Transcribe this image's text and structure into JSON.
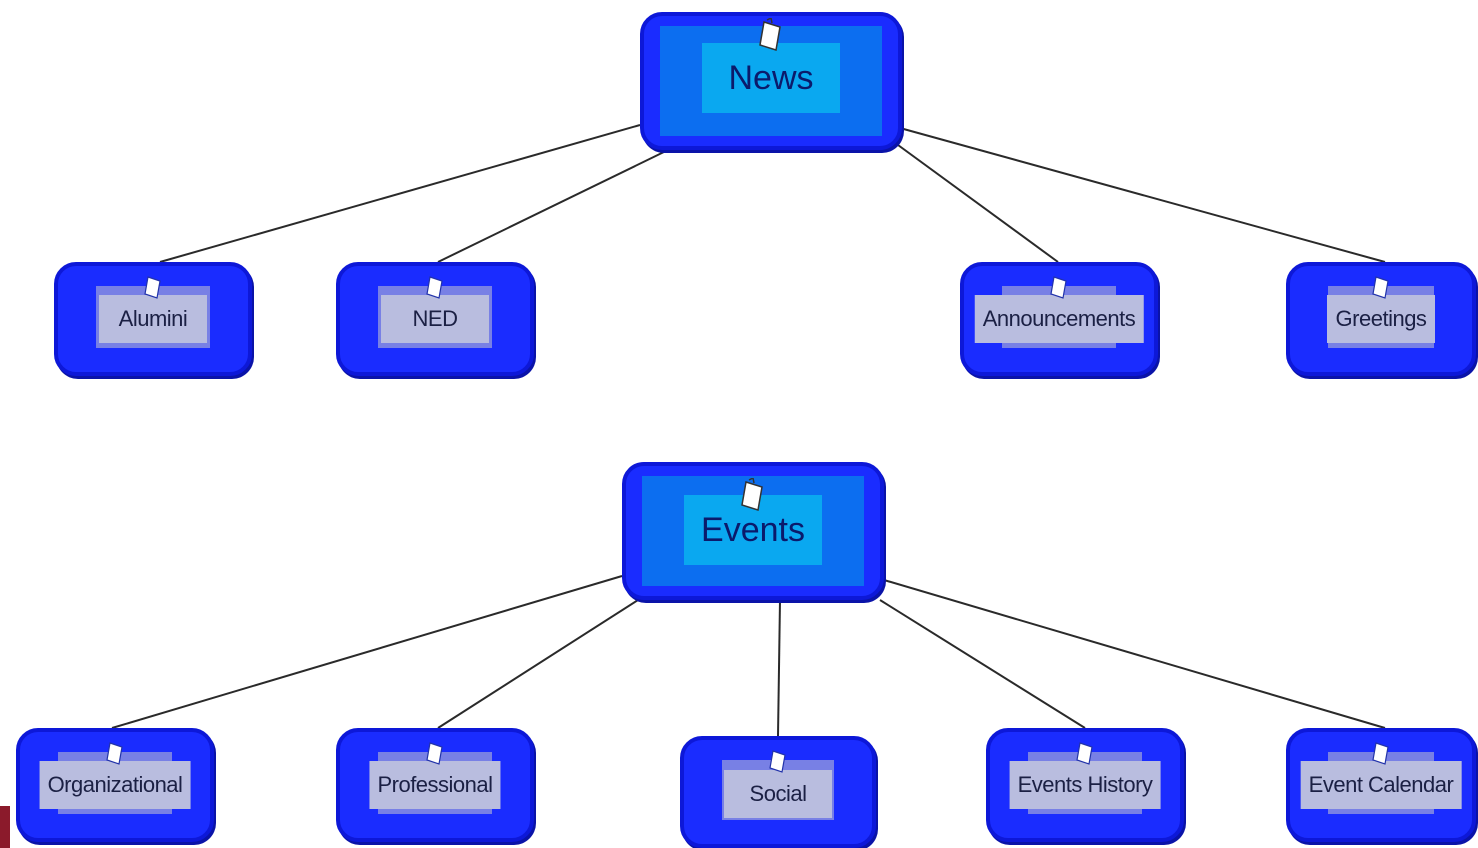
{
  "diagram": {
    "news": {
      "root": "News",
      "children": [
        "Alumini",
        "NED",
        "Announcements",
        "Greetings"
      ]
    },
    "events": {
      "root": "Events",
      "children": [
        "Organizational",
        "Professional",
        "Social",
        "Events History",
        "Event Calendar"
      ]
    }
  },
  "icons": {
    "node_icon": "page-icon"
  },
  "colors": {
    "node_fill": "#1a2cff",
    "node_border": "#0d18d8",
    "root_label_bg": "#0aa8f0",
    "child_label_bg": "#b9bddf",
    "connector": "#2a2a2a",
    "corner_accent": "#8b1a2b"
  }
}
